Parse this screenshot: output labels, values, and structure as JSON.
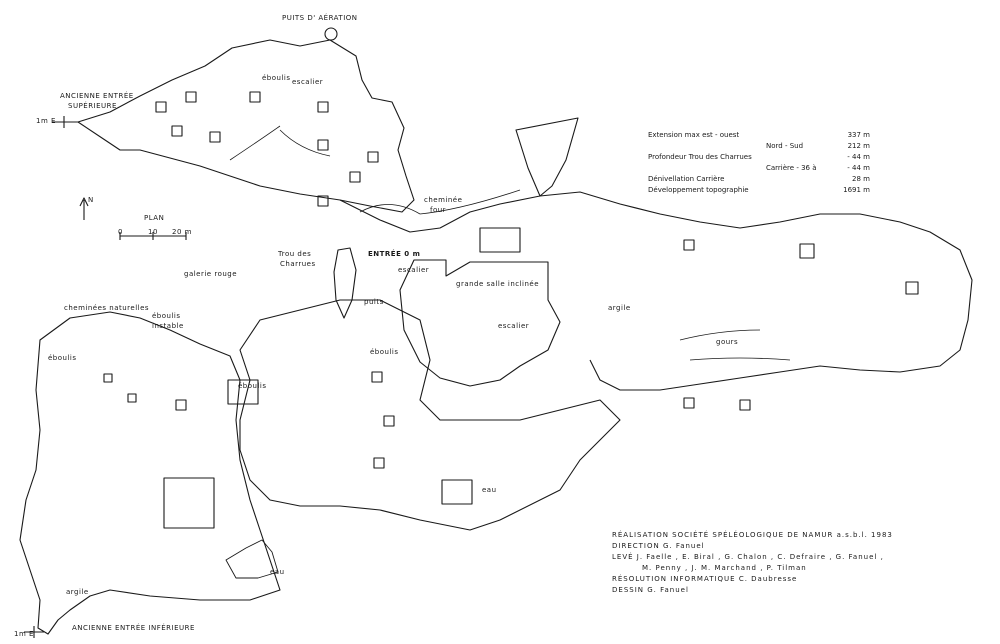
{
  "labels": {
    "puits_aeration": "PUITS  D' AÉRATION",
    "ancienne_entree_sup_1": "ANCIENNE  ENTRÉE",
    "ancienne_entree_sup_2": "SUPÉRIEURE",
    "eboulis_top": "éboulis",
    "escalier_top": "escalier",
    "cheminee": "cheminée",
    "four": "four",
    "trou_charrues_1": "Trou des",
    "trou_charrues_2": "Charrues",
    "entree": "ENTRÉE 0 m",
    "escalier_mid": "escalier",
    "grande_salle": "grande  salle  inclinée",
    "escalier_low": "escalier",
    "galerie_rouge": "galerie  rouge",
    "cheminees_naturelles": "cheminées  naturelles",
    "eboulis_instable_1": "éboulis",
    "eboulis_instable_2": "instable",
    "eboulis_left": "éboulis",
    "puits": "puits",
    "eboulis_mid": "éboulis",
    "eboulis_small": "éboulis",
    "argile_right": "argile",
    "gours": "gours",
    "eau_mid": "eau",
    "eau_bottom": "eau",
    "argile_bottom": "argile",
    "ancienne_entree_inf": "ANCIENNE  ENTRÉE  INFÉRIEURE",
    "plan": "PLAN",
    "north": "N",
    "scale_0": "0",
    "scale_10": "10",
    "scale_20": "20 m",
    "elev_sup": "1m E",
    "elev_inf": "1m E"
  },
  "stats": [
    {
      "k": "Extension  max   est - ouest",
      "v": "",
      "n": "337  m"
    },
    {
      "k": "",
      "v": "Nord - Sud",
      "n": "212  m"
    },
    {
      "k": "Profondeur   Trou des Charrues",
      "v": "",
      "n": "- 44  m"
    },
    {
      "k": "",
      "v": "Carrière   - 36  à",
      "n": "- 44  m"
    },
    {
      "k": "Dénivellation  Carrière",
      "v": "",
      "n": "28  m"
    },
    {
      "k": "Développement  topographie",
      "v": "",
      "n": "1691  m"
    }
  ],
  "credits": {
    "line1": "RÉALISATION   SOCIÉTÉ   SPÉLÉOLOGIQUE   DE   NAMUR   a.s.b.l.        1983",
    "line2": "DIRECTION   G. Fanuel",
    "line3": "LEVÉ    J. Faelle ,  E. Biral ,  G. Chalon ,  C. Defraire ,  G. Fanuel ,",
    "line4": "M. Penny ,  J. M. Marchand ,  P. Tilman",
    "line5": "RÉSOLUTION  INFORMATIQUE    C. Daubresse",
    "line6": "DESSIN   G. Fanuel"
  },
  "colors": {
    "ink": "#1a1a1a",
    "paper": "#ffffff"
  }
}
